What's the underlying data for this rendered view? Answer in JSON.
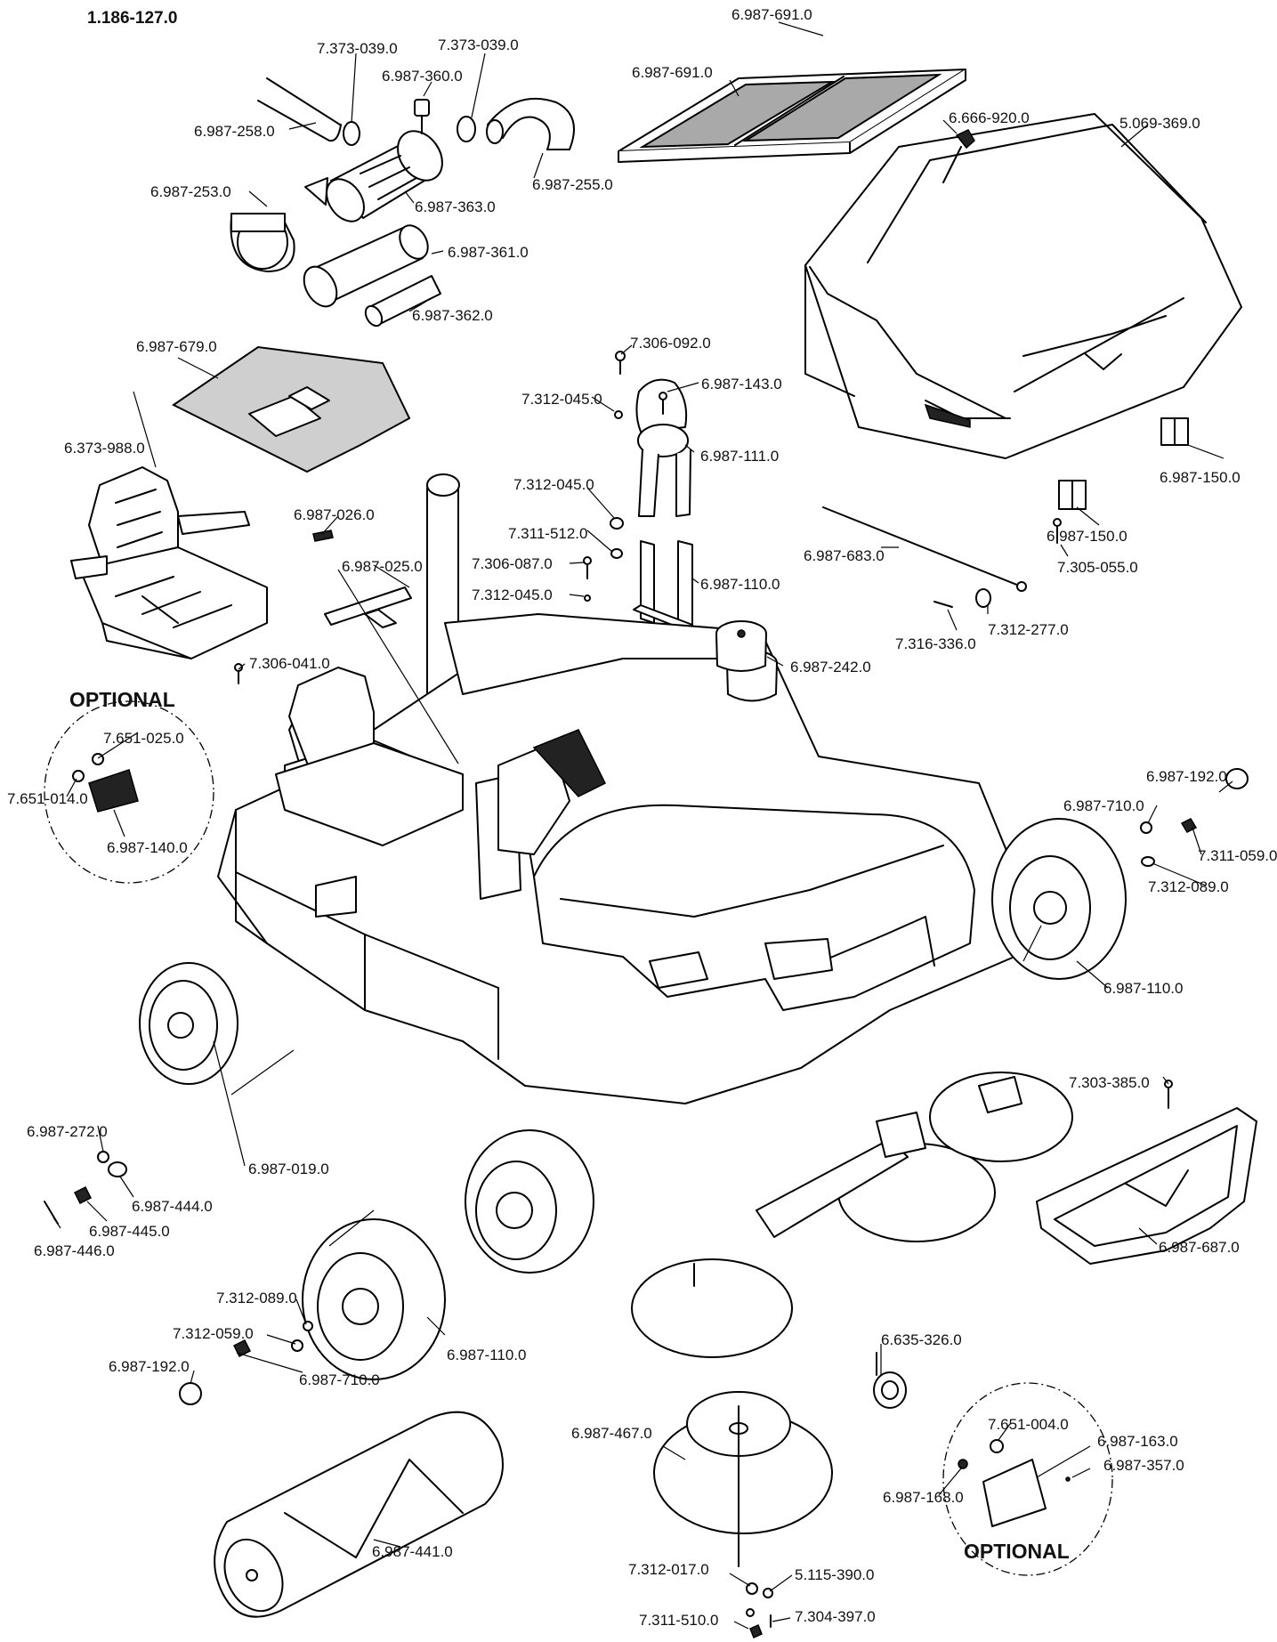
{
  "header": {
    "part_number": "1.186-127.0"
  },
  "optional_labels": [
    "OPTIONAL",
    "OPTIONAL"
  ],
  "labels": [
    "7.373-039.0",
    "7.373-039.0",
    "6.987-360.0",
    "6.987-258.0",
    "6.987-253.0",
    "6.987-363.0",
    "6.987-255.0",
    "6.987-361.0",
    "6.987-362.0",
    "6.987-691.0",
    "6.987-691.0",
    "6.666-920.0",
    "5.069-369.0",
    "6.987-679.0",
    "7.306-092.0",
    "6.987-143.0",
    "7.312-045.0",
    "6.987-111.0",
    "7.312-045.0",
    "7.311-512.0",
    "7.306-087.0",
    "7.312-045.0",
    "6.987-110.0",
    "6.373-988.0",
    "6.987-026.0",
    "6.987-025.0",
    "7.306-041.0",
    "6.987-683.0",
    "6.987-150.0",
    "6.987-150.0",
    "7.305-055.0",
    "7.316-336.0",
    "7.312-277.0",
    "6.987-242.0",
    "7.651-025.0",
    "7.651-014.0",
    "6.987-140.0",
    "6.987-192.0",
    "6.987-710.0",
    "7.311-059.0",
    "7.312-089.0",
    "6.987-110.0",
    "6.987-272.0",
    "6.987-019.0",
    "6.987-444.0",
    "6.987-445.0",
    "6.987-446.0",
    "7.303-385.0",
    "6.987-687.0",
    "7.312-089.0",
    "7.312-059.0",
    "6.987-192.0",
    "6.987-710.0",
    "6.987-110.0",
    "6.635-326.0",
    "6.987-467.0",
    "7.651-004.0",
    "6.987-163.0",
    "6.987-357.0",
    "6.987-168.0",
    "6.987-441.0",
    "7.312-017.0",
    "5.115-390.0",
    "7.311-510.0",
    "7.304-397.0"
  ]
}
